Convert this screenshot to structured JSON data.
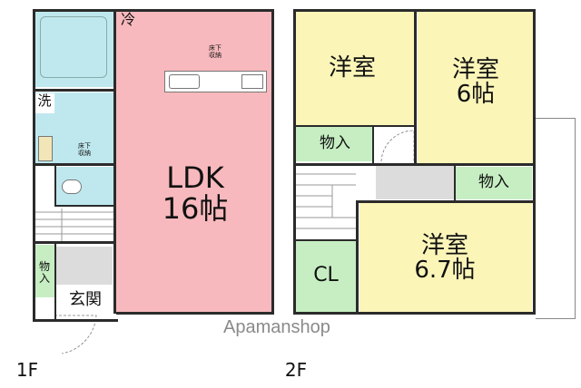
{
  "floor1": {
    "label": "1F",
    "ldk": {
      "label": "LDK\n16帖"
    },
    "fridge": {
      "label": "冷"
    },
    "underfloor_storage": {
      "label": "床下\n収納"
    },
    "washroom": {
      "label": "洗"
    },
    "washroom_storage": {
      "label": "床下\n収納"
    },
    "storage": {
      "label": "物\n入"
    },
    "entrance": {
      "label": "玄関"
    }
  },
  "floor2": {
    "label": "2F",
    "western_room_1": {
      "label": "洋室"
    },
    "western_room_2": {
      "label": "洋室\n6帖"
    },
    "western_room_3": {
      "label": "洋室\n6.7帖"
    },
    "storage_1": {
      "label": "物入"
    },
    "storage_2": {
      "label": "物入"
    },
    "closet": {
      "label": "CL"
    }
  },
  "watermark": "Apamanshop",
  "colors": {
    "ldk": "#f7b9bd",
    "bath": "#bfe8ee",
    "western_room": "#fbf5b8",
    "storage": "#c6eec2",
    "corridor": "#dcdcdc",
    "wall": "#2b2b2b"
  }
}
